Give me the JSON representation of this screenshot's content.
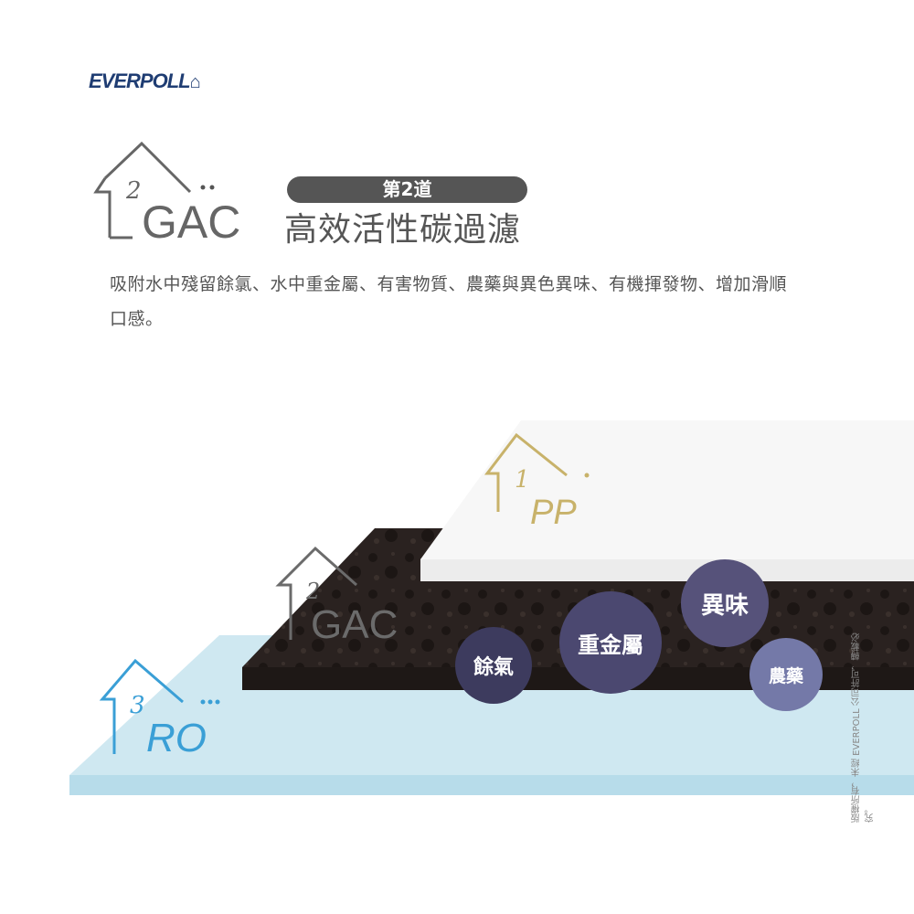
{
  "brand": {
    "logo_text": "EVERPOLL"
  },
  "header": {
    "icon_number": "2",
    "icon_label": "GAC",
    "stage_badge": "第2道",
    "title": "高效活性碳過濾"
  },
  "description": "吸附水中殘留餘氯、水中重金屬、有害物質、農藥與異色異味、有機揮發物、增加滑順口感。",
  "layers": [
    {
      "number": "1",
      "label": "PP",
      "color": "#c8b26a"
    },
    {
      "number": "2",
      "label": "GAC",
      "color": "#6b6b6b"
    },
    {
      "number": "3",
      "label": "RO",
      "color": "#3a9fd6"
    }
  ],
  "contaminants": [
    "餘氣",
    "重金屬",
    "異味",
    "農藥"
  ],
  "copyright": "版權所有，未經 EVERPOLL 公司許可，轉載必究。"
}
